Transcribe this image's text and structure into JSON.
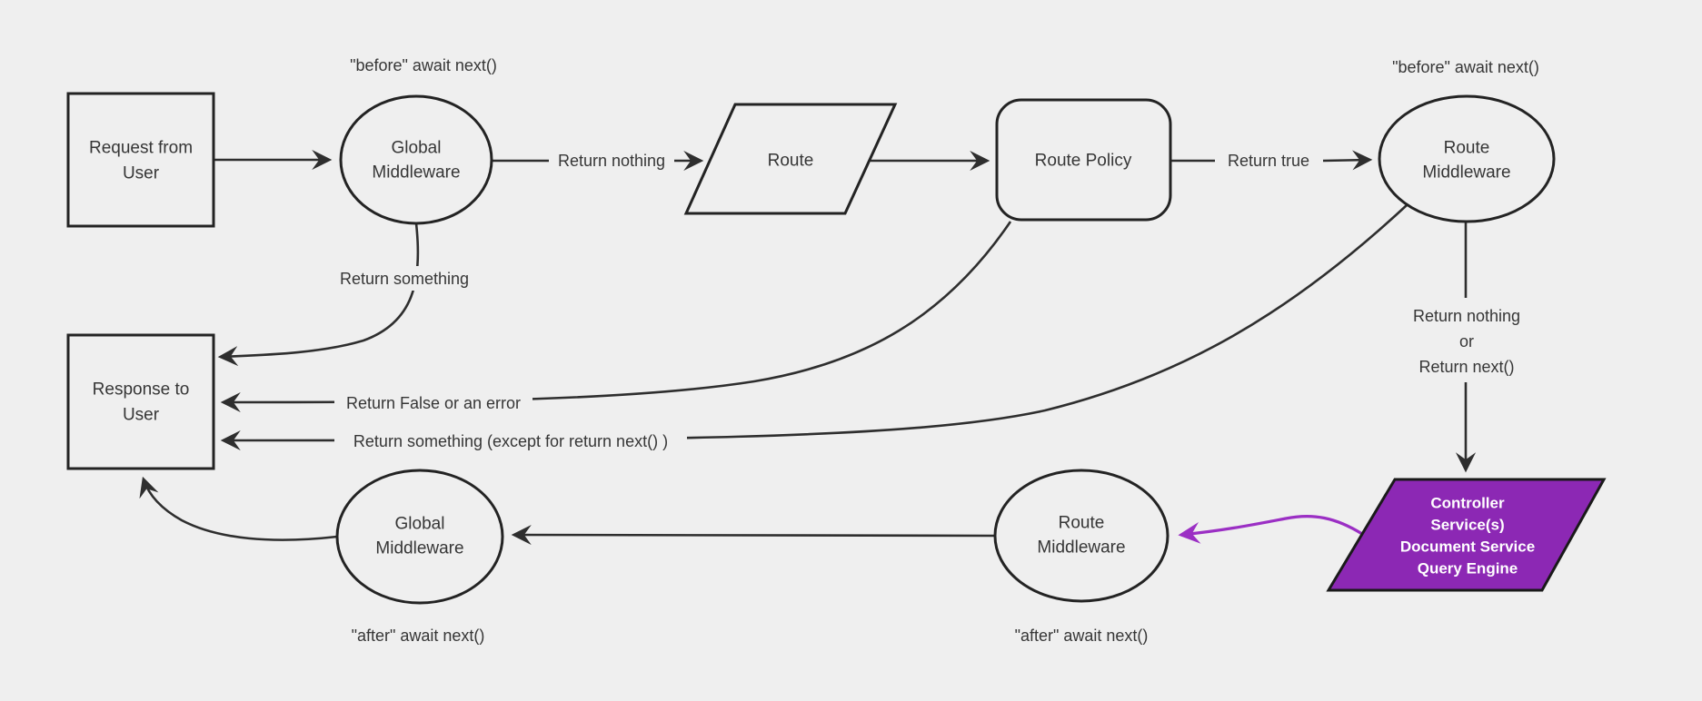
{
  "colors": {
    "background": "#efefef",
    "shape_stroke": "#232323",
    "edge_stroke": "#2e2e2e",
    "text": "#363636",
    "purple_fill": "#8c28b4",
    "purple_border": "#1a1a1a",
    "purple_arrow": "#9b2fc4",
    "controller_text": "#ffffff"
  },
  "nodes": {
    "request": {
      "line1": "Request from",
      "line2": "User"
    },
    "global_middleware_top": {
      "line1": "Global",
      "line2": "Middleware"
    },
    "route": {
      "label": "Route"
    },
    "route_policy": {
      "label": "Route Policy"
    },
    "route_middleware_top": {
      "line1": "Route",
      "line2": "Middleware"
    },
    "response": {
      "line1": "Response to",
      "line2": "User"
    },
    "global_middleware_bottom": {
      "line1": "Global",
      "line2": "Middleware"
    },
    "route_middleware_bottom": {
      "line1": "Route",
      "line2": "Middleware"
    },
    "controller_stack": {
      "line1": "Controller",
      "line2": "Service(s)",
      "line3": "Document Service",
      "line4": "Query Engine"
    }
  },
  "annotations": {
    "before_await_top_left": "\"before\" await next()",
    "before_await_top_right": "\"before\" await next()",
    "after_await_bottom_left": "\"after\" await next()",
    "after_await_bottom_right": "\"after\" await next()"
  },
  "edge_labels": {
    "return_nothing_top": "Return nothing",
    "return_true": "Return true",
    "return_something": "Return something",
    "return_false_or_error": "Return False or an error",
    "return_something_except": "Return something (except for return next() )",
    "return_nothing_or": {
      "line1": "Return nothing",
      "line2": "or",
      "line3": "Return next()"
    }
  }
}
